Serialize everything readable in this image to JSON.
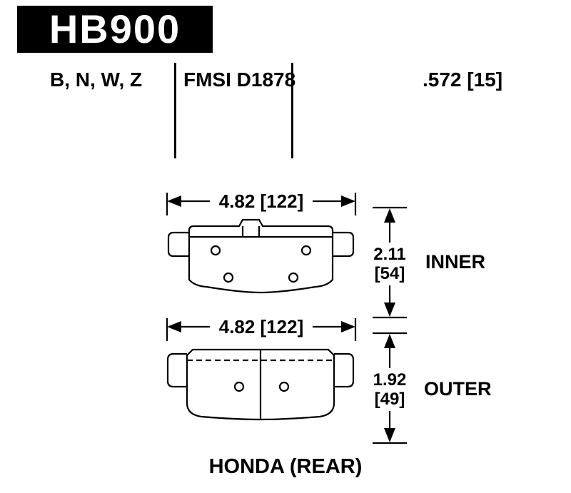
{
  "header": {
    "part_number": "HB900",
    "compounds": "B, N, W, Z",
    "fmsi": "FMSI D1878",
    "thickness": ".572 [15]"
  },
  "inner_pad": {
    "width_dim": "4.82 [122]",
    "height_value": "2.11",
    "height_bracket": "[54]",
    "label": "INNER"
  },
  "outer_pad": {
    "width_dim": "4.82 [122]",
    "height_value": "1.92",
    "height_bracket": "[49]",
    "label": "OUTER"
  },
  "footer": {
    "vehicle": "HONDA (REAR)"
  }
}
